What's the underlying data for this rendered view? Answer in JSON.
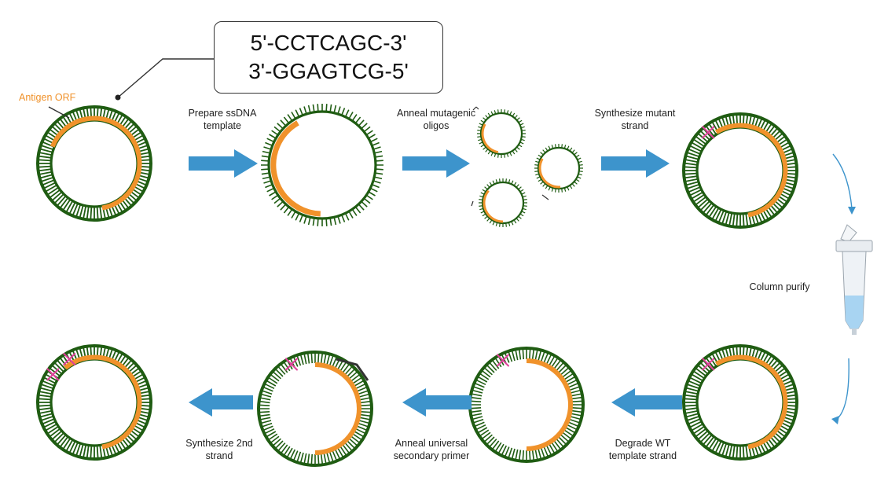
{
  "colors": {
    "dna_strand": "#1f5c12",
    "antigen_orf": "#f0922b",
    "process_arrow": "#3d94cc",
    "mutation_mark": "#e0409a",
    "primer": "#333333"
  },
  "orf_label": "Antigen ORF",
  "sequence_box": {
    "line1": "5'-CCTCAGC-3'",
    "line2": "3'-GGAGTCG-5'"
  },
  "steps": [
    {
      "line1": "Prepare ssDNA",
      "line2": "template"
    },
    {
      "line1": "Anneal mutagenic",
      "line2": "oligos"
    },
    {
      "line1": "Synthesize mutant",
      "line2": "strand"
    },
    {
      "line1": "Column purify",
      "line2": ""
    },
    {
      "line1": "Degrade WT",
      "line2": "template strand"
    },
    {
      "line1": "Anneal universal",
      "line2": "secondary primer"
    },
    {
      "line1": "Synthesize 2nd",
      "line2": "strand"
    }
  ],
  "icons": {
    "circle_double": "double-stranded-plasmid-icon",
    "circle_single": "single-stranded-plasmid-icon",
    "arrow": "block-arrow-icon",
    "column": "spin-column-icon",
    "mutation": "mutation-cross-icon"
  }
}
